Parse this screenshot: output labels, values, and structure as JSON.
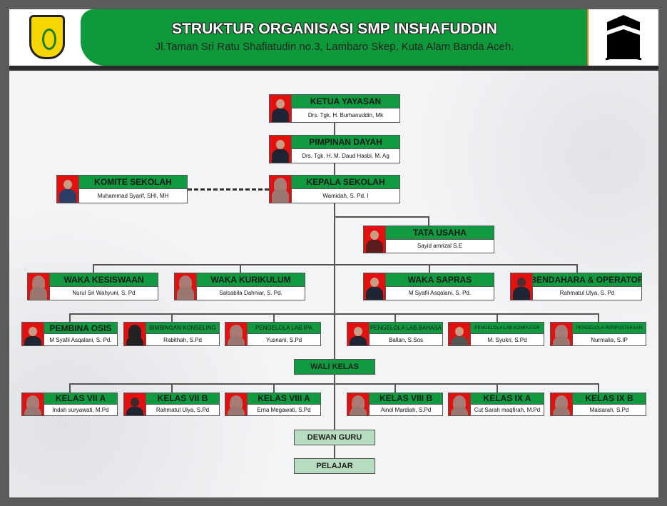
{
  "header": {
    "title": "STRUKTUR ORGANISASI SMP INSHAFUDDIN",
    "address": "Jl.Taman Sri Ratu Shafiatudin no.3, Lambaro Skep, Kuta Alam Banda Aceh."
  },
  "colors": {
    "green": "#119a3f",
    "photo_bg": "#e41010",
    "frame": "#5b5b5b"
  },
  "top": [
    {
      "title": "KETUA YAYASAN",
      "name": "Drs. Tgk. H. Burhanuddin, Mk"
    },
    {
      "title": "PIMPINAN DAYAH",
      "name": "Drs. Tgk. H. M. Daud Hasbi, M. Ag"
    },
    {
      "title": "KEPALA SEKOLAH",
      "name": "Wamidah, S. Pd. I"
    },
    {
      "title": "KOMITE SEKOLAH",
      "name": "Muhammad Syarif, SHI, MH"
    },
    {
      "title": "TATA USAHA",
      "name": "Sayid amrizal S.E"
    }
  ],
  "waka": [
    {
      "title": "WAKA KESISWAAN",
      "name": "Nurul Sri Wahyuni, S. Pd"
    },
    {
      "title": "WAKA KURIKULUM",
      "name": "Salsabila Dahniar, S. Pd."
    },
    {
      "title": "WAKA SAPRAS",
      "name": "M Syafii Asqalani, S. Pd."
    },
    {
      "title": "BENDAHARA & OPERATOR",
      "name": "Rahmatul Ulya, S. Pd"
    }
  ],
  "staff": [
    {
      "title": "PEMBINA OSIS",
      "name": "M Syafii Asqalani, S. Pd."
    },
    {
      "title": "BIMBINGAN KONSELING",
      "name": "Rabithah, S.Pd"
    },
    {
      "title": "PENGELOLA LAB.IPA",
      "name": "Yusnani, S.Pd"
    },
    {
      "title": "PENGELOLA LAB.BAHASA",
      "name": "Ballan, S.Sos"
    },
    {
      "title": "PENGELOLA LAB.KOMPUTER",
      "name": "M. Syukri, S.Pd"
    },
    {
      "title": "PENGELOLA PERPUSTAKAAN",
      "name": "Nurmalia, S.IP"
    }
  ],
  "wali_kelas": "WALI KELAS",
  "kelas": [
    {
      "title": "KELAS VII A",
      "name": "Indah suryawati, M.Pd"
    },
    {
      "title": "KELAS VII B",
      "name": "Rahmatul Ulya, S.Pd"
    },
    {
      "title": "KELAS VIII A",
      "name": "Erna Megawati, S.Pd"
    },
    {
      "title": "KELAS VIII B",
      "name": "Ainol Mardiah, S.Pd"
    },
    {
      "title": "KELAS IX A",
      "name": "Cut Sarah maqfirah, M.Pd"
    },
    {
      "title": "KELAS IX B",
      "name": "Maisarah, S.Pd"
    }
  ],
  "dewan_guru": "DEWAN GURU",
  "pelajar": "PELAJAR"
}
